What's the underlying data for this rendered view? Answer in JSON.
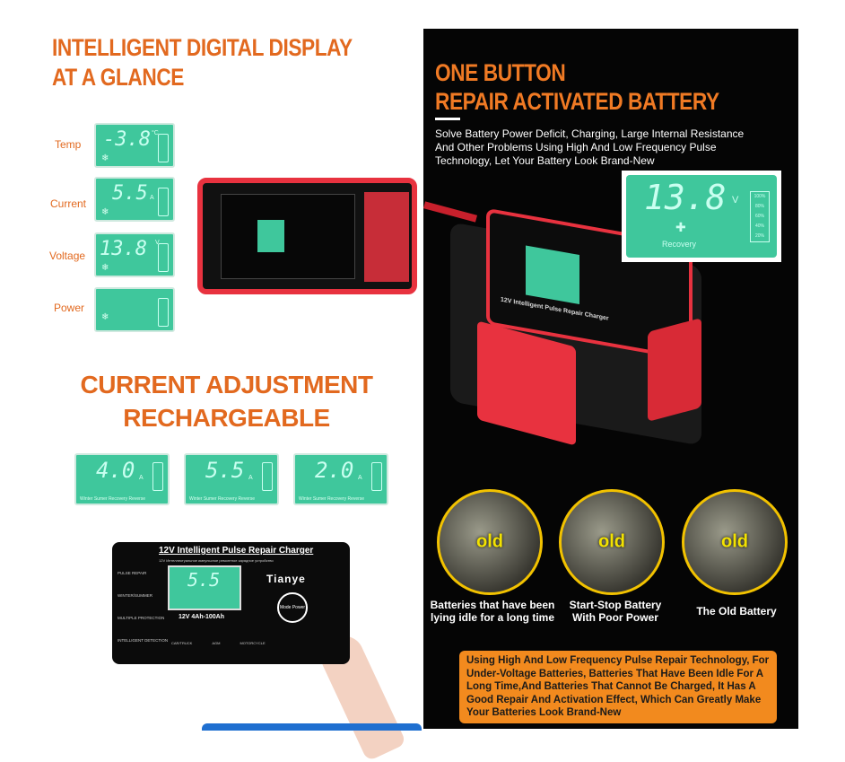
{
  "left": {
    "heading1_line1": "INTELLIGENT  DIGITAL DISPLAY",
    "heading1_line2": "AT A GLANCE",
    "displays": [
      {
        "label": "Temp",
        "value": "-3.8",
        "unit": "°C"
      },
      {
        "label": "Current",
        "value": "5.5",
        "unit": "A"
      },
      {
        "label": "Voltage",
        "value": "13.8",
        "unit": "V"
      },
      {
        "label": "Power",
        "value": "",
        "unit": ""
      }
    ],
    "heading2_line1": "CURRENT ADJUSTMENT",
    "heading2_line2": "RECHARGEABLE",
    "current_settings": [
      {
        "value": "4.0",
        "unit": "A"
      },
      {
        "value": "5.5",
        "unit": "A"
      },
      {
        "value": "2.0",
        "unit": "A"
      }
    ],
    "lcd_modes": "Winter  Sumer  Recovery  Reverse",
    "panel": {
      "title": "12V Intelligent Pulse Repair Charger",
      "subtitle": "12V Интеллектуальное импульсное ремонтное зарядное устройство",
      "brand": "Tianye",
      "display_value": "5.5",
      "spec": "12V  4Ah-100Ah",
      "button": "Mode Power",
      "features": [
        "PULSE REPAIR",
        "WINTER/SUMMER",
        "MULTIPLE PROTECTION",
        "INTELLIGENT DETECTION"
      ],
      "modes": [
        "CAR/TRUCK",
        "AGM",
        "MOTORCYCLE"
      ]
    }
  },
  "right": {
    "title_line1": "ONE BUTTON",
    "title_line2": "REPAIR ACTIVATED BATTERY",
    "description": "Solve Battery Power Deficit, Charging, Large Internal Resistance And Other Problems Using High And Low Frequency Pulse Technology, Let Your Battery Look Brand-New",
    "inset": {
      "value": "13.8",
      "unit": "V",
      "mode": "Recovery",
      "levels": [
        "100%",
        "80%",
        "60%",
        "40%",
        "20%"
      ]
    },
    "charger_label": "12V Intelligent Pulse Repair Charger",
    "circles": [
      {
        "badge": "old",
        "caption": "Batteries that have been lying idle for a long time"
      },
      {
        "badge": "old",
        "caption": "Start-Stop Battery With Poor Power"
      },
      {
        "badge": "old",
        "caption": "The Old Battery"
      }
    ],
    "footer": "Using High And Low Frequency Pulse Repair Technology, For Under-Voltage Batteries, Batteries That Have Been Idle For A Long Time,And Batteries That Cannot Be Charged, It Has A Good Repair And Activation Effect, Which Can Greatly Make Your Batteries Look Brand-New"
  },
  "colors": {
    "accent": "#e2691f",
    "lcd": "#3fc79c",
    "charger_red": "#e8323f",
    "panel_bg": "#050505",
    "footer_bg": "#f28a1e"
  }
}
